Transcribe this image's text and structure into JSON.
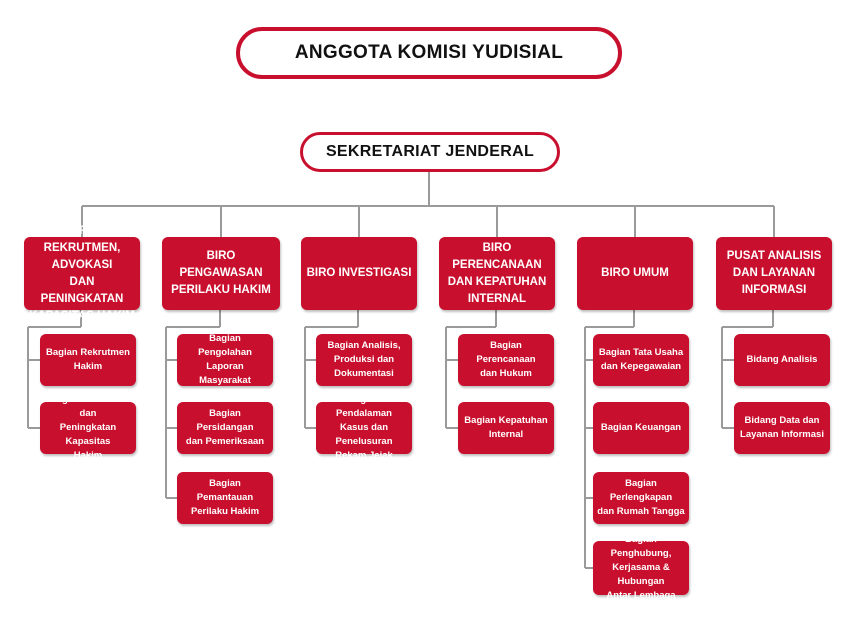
{
  "title": "ANGGOTA KOMISI YUDISIAL",
  "secretariat": "SEKRETARIAT JENDERAL",
  "colors": {
    "primary": "#c8102e",
    "connector": "#9a9a9a",
    "text_dark": "#111111"
  },
  "units": [
    {
      "name": "BIRO REKRUTMEN, ADVOKASI\nDAN PENINGKATAN\nKAPASITAS HAKIM",
      "children": [
        "Bagian Rekrutmen\nHakim",
        "Bagian Advokasi dan\nPeningkatan Kapasitas\nHakim"
      ]
    },
    {
      "name": "BIRO PENGAWASAN\nPERILAKU HAKIM",
      "children": [
        "Bagian Pengolahan\nLaporan Masyarakat",
        "Bagian Persidangan\ndan Pemeriksaan",
        "Bagian Pemantauan\nPerilaku Hakim"
      ]
    },
    {
      "name": "BIRO INVESTIGASI",
      "children": [
        "Bagian Analisis,\nProduksi dan\nDokumentasi",
        "Bagian Pendalaman\nKasus dan Penelusuran\nRekam Jejak"
      ]
    },
    {
      "name": "BIRO PERENCANAAN\nDAN KEPATUHAN\nINTERNAL",
      "children": [
        "Bagian Perencanaan\ndan Hukum",
        "Bagian Kepatuhan\nInternal"
      ]
    },
    {
      "name": "BIRO UMUM",
      "children": [
        "Bagian Tata Usaha\ndan Kepegawaian",
        "Bagian Keuangan",
        "Bagian Perlengkapan\ndan Rumah Tangga",
        "Bagian Penghubung,\nKerjasama & Hubungan\nAntar Lembaga"
      ]
    },
    {
      "name": "PUSAT ANALISIS\nDAN LAYANAN\nINFORMASI",
      "children": [
        "Bidang Analisis",
        "Bidang Data dan\nLayanan Informasi"
      ]
    }
  ]
}
